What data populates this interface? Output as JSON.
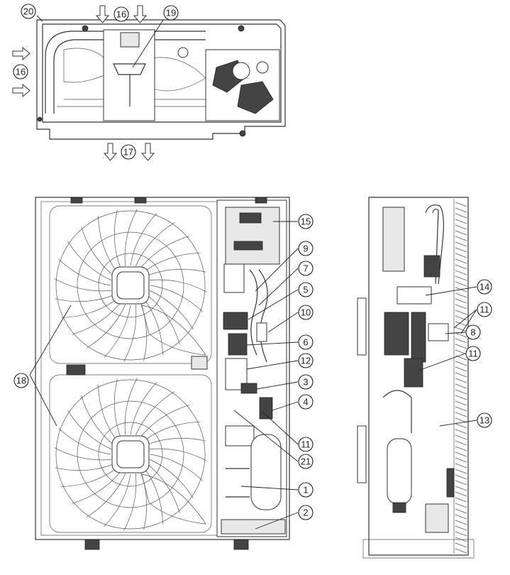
{
  "callouts": {
    "c1": "1",
    "c2": "2",
    "c3": "3",
    "c4": "4",
    "c5": "5",
    "c6": "6",
    "c7": "7",
    "c8": "8",
    "c9": "9",
    "c10": "10",
    "c11a": "11",
    "c11b": "11",
    "c11c": "11",
    "c12": "12",
    "c13": "13",
    "c14": "14",
    "c15": "15",
    "c16a": "16",
    "c16b": "16",
    "c17": "17",
    "c18": "18",
    "c19": "19",
    "c20": "20",
    "c21": "21"
  }
}
